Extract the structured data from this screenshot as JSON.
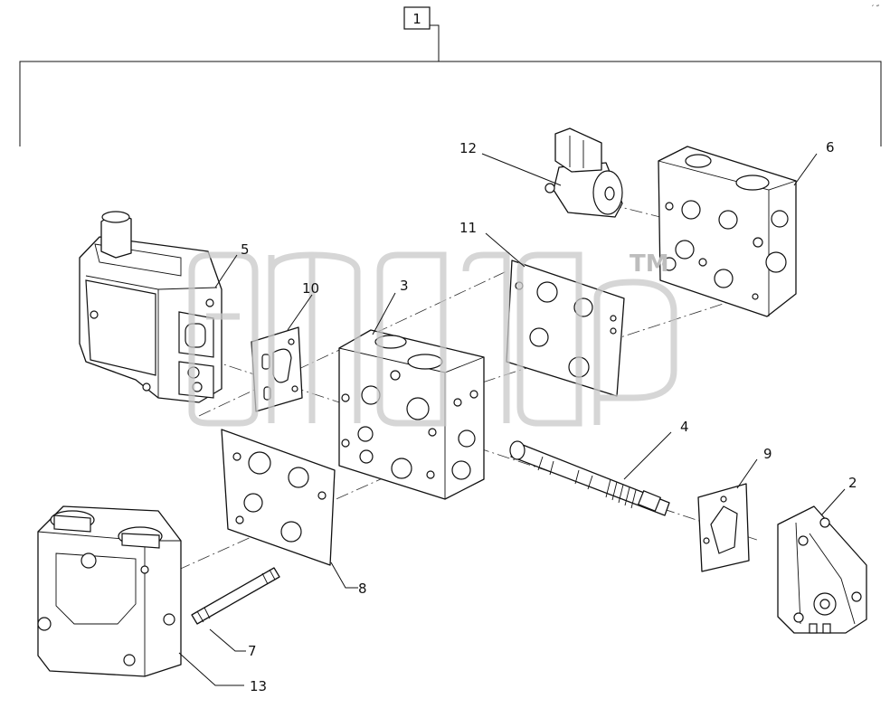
{
  "assembly_label": "1",
  "watermark_mark": "TM",
  "corner_mark": "′ ″",
  "callouts": [
    {
      "id": "p2",
      "label": "2"
    },
    {
      "id": "p3",
      "label": "3"
    },
    {
      "id": "p4",
      "label": "4"
    },
    {
      "id": "p5",
      "label": "5"
    },
    {
      "id": "p6",
      "label": "6"
    },
    {
      "id": "p7",
      "label": "7"
    },
    {
      "id": "p8",
      "label": "8"
    },
    {
      "id": "p9",
      "label": "9"
    },
    {
      "id": "p10",
      "label": "10"
    },
    {
      "id": "p11",
      "label": "11"
    },
    {
      "id": "p12",
      "label": "12"
    },
    {
      "id": "p13",
      "label": "13"
    }
  ],
  "colors": {
    "line": "#111111",
    "watermark": "#c8c8c8",
    "background": "#ffffff"
  }
}
